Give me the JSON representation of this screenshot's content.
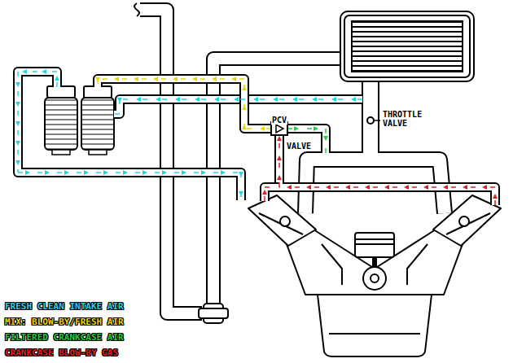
{
  "diagram": {
    "labels": [
      "PCV",
      "VALVE",
      "THROTTLE VALVE"
    ],
    "legend": [
      {
        "text": "FRESH CLEAN INTAKE AIR",
        "color": "#22d3e6"
      },
      {
        "text": "MIX: BLOW-BY/FRESH AIR",
        "color": "#e8d40c"
      },
      {
        "text": "FILTERED CRANKCASE AIR",
        "color": "#1fcc3c"
      },
      {
        "text": "CRANKCASE BLOW-BY GAS",
        "color": "#dd1f1f"
      }
    ]
  }
}
